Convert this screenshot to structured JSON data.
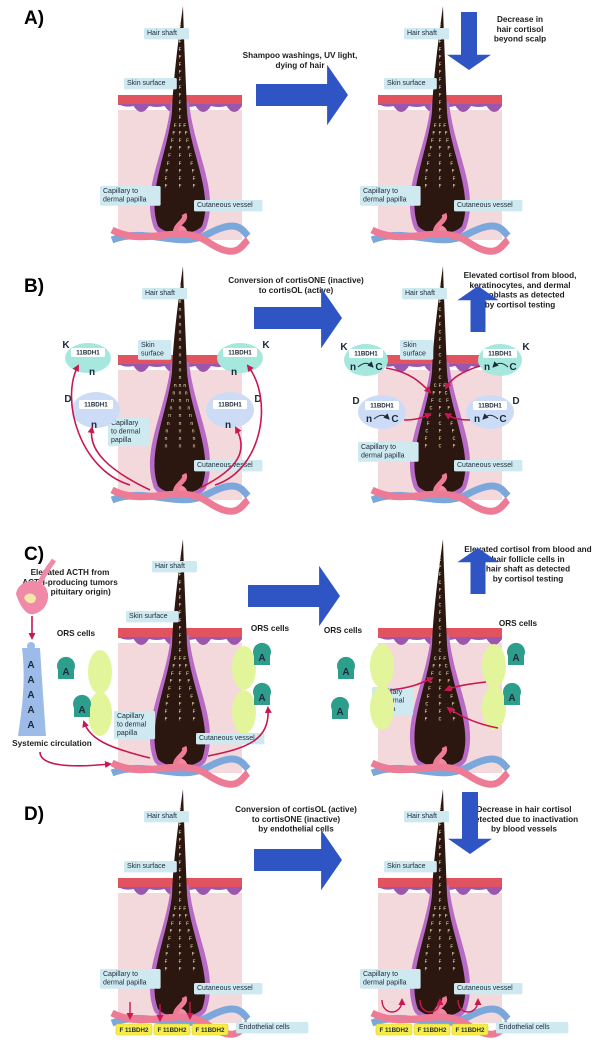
{
  "panels": [
    {
      "id": "A",
      "label": "A)",
      "left_labels": {
        "hair_shaft": "Hair shaft",
        "skin_surface": "Skin surface",
        "capillary": "Capillary to\ndermal papilla",
        "vessel": "Cutaneous vessel"
      },
      "right_labels": {
        "hair_shaft": "Hair shaft",
        "skin_surface": "Skin surface",
        "capillary": "Capillary to\ndermal papilla",
        "vessel": "Cutaneous vessel"
      },
      "arrow_caption": "Shampoo washings, UV light,\ndying of hair",
      "result_caption": "Decrease in\nhair cortisol\nbeyond scalp",
      "result_arrow": "down"
    },
    {
      "id": "B",
      "label": "B)",
      "left_labels": {
        "hair_shaft": "Hair shaft",
        "skin_surface": "Skin\nsurface",
        "capillary": "Capillary\nto dermal\npapilla",
        "vessel": "Cutaneous vessel"
      },
      "right_labels": {
        "hair_shaft": "Hair shaft",
        "skin_surface": "Skin\nsurface",
        "capillary": "Capillary to\ndermal papilla",
        "vessel": "Cutaneous vessel"
      },
      "arrow_caption": "Conversion of cortisONE (inactive)\nto cortisOL (active)",
      "result_caption": "Elevated cortisol from blood,\nkeratinocytes, and dermal\nfibroblasts as detected\nby cortisol testing",
      "result_arrow": "up",
      "enzyme": "11BDH1",
      "cell_letters": {
        "keratinocyte": "K",
        "fibroblast": "D"
      },
      "left_cell_symbol": "n",
      "right_symbols": {
        "inactive": "n",
        "active": "C"
      }
    },
    {
      "id": "C",
      "label": "C)",
      "left_labels": {
        "hair_shaft": "Hair shaft",
        "skin_surface": "Skin surface",
        "capillary": "Capillary\nto dermal\npapilla",
        "vessel": "Cutaneous vessel"
      },
      "right_labels": {
        "capillary": "Capillary\nto dermal\npapilla"
      },
      "acth_caption": "Elevated ACTH from\nACTH-producing tumors\n(e.g., pituitary origin)",
      "systemic_label": "Systemic circulation",
      "ors_label": "ORS cells",
      "acth_letter": "A",
      "result_caption": "Elevated cortisol from blood and\nhair follicle cells in\nhair shaft as detected\nby cortisol testing",
      "result_arrow": "up"
    },
    {
      "id": "D",
      "label": "D)",
      "left_labels": {
        "hair_shaft": "Hair shaft",
        "skin_surface": "Skin surface",
        "capillary": "Capillary to\ndermal papilla",
        "vessel": "Cutaneous vessel"
      },
      "right_labels": {
        "hair_shaft": "Hair shaft",
        "skin_surface": "Skin surface",
        "capillary": "Capillary to\ndermal papilla",
        "vessel": "Cutaneous vessel"
      },
      "arrow_caption": "Conversion of cortisOL (active)\nto cortisONE (inactive)\nby endothelial cells",
      "result_caption": "Decrease in hair cortisol\ndetected due to inactivation\nby blood vessels",
      "result_arrow": "down",
      "endothelial_label": "Endothelial cells",
      "enzyme2": "11BDH2",
      "endo_left_prefix": "F",
      "endo_right_prefix": "F"
    }
  ],
  "colors": {
    "arrow": "#2f55c4",
    "skin": "#f4d9dc",
    "epidermis_red": "#e0535f",
    "epidermis_purple": "#9b56ad",
    "hair": "#2b1610",
    "label_bg": "#cfe9f1",
    "keratinocyte": "#a7e8de",
    "fibroblast": "#cddcf6",
    "ors": "#e2f59a",
    "acth_cell": "#2e9e8c",
    "curve": "#c8184f",
    "vessel_pink": "#ee7b95",
    "vessel_blue": "#7ca7db",
    "endothelial": "#f6ec4a"
  }
}
